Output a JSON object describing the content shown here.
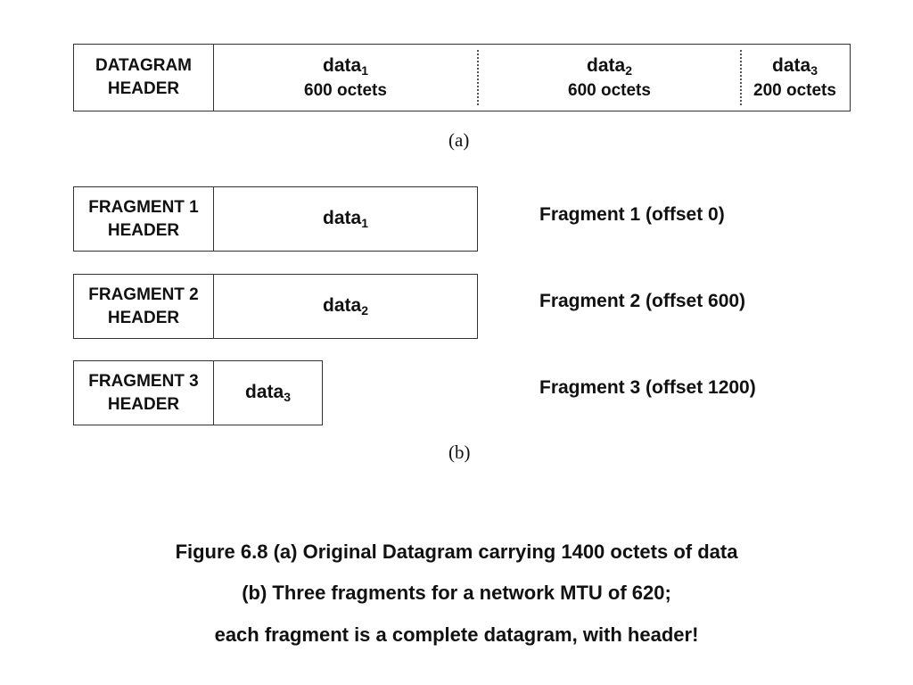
{
  "datagram": {
    "header_line1": "DATAGRAM",
    "header_line2": "HEADER",
    "segments": [
      {
        "name": "data",
        "sub": "1",
        "size": "600 octets"
      },
      {
        "name": "data",
        "sub": "2",
        "size": "600 octets"
      },
      {
        "name": "data",
        "sub": "3",
        "size": "200 octets"
      }
    ],
    "part_label": "(a)"
  },
  "fragments": [
    {
      "header_line1": "FRAGMENT 1",
      "header_line2": "HEADER",
      "data_name": "data",
      "data_sub": "1",
      "label": "Fragment 1 (offset 0)"
    },
    {
      "header_line1": "FRAGMENT 2",
      "header_line2": "HEADER",
      "data_name": "data",
      "data_sub": "2",
      "label": "Fragment 2 (offset 600)"
    },
    {
      "header_line1": "FRAGMENT 3",
      "header_line2": "HEADER",
      "data_name": "data",
      "data_sub": "3",
      "label": "Fragment 3 (offset 1200)"
    }
  ],
  "fragments_part_label": "(b)",
  "caption": {
    "line1": "Figure 6.8 (a) Original Datagram carrying 1400 octets of data",
    "line2": "(b) Three fragments for a network MTU of 620;",
    "line3": "each fragment is a complete datagram, with header!"
  }
}
